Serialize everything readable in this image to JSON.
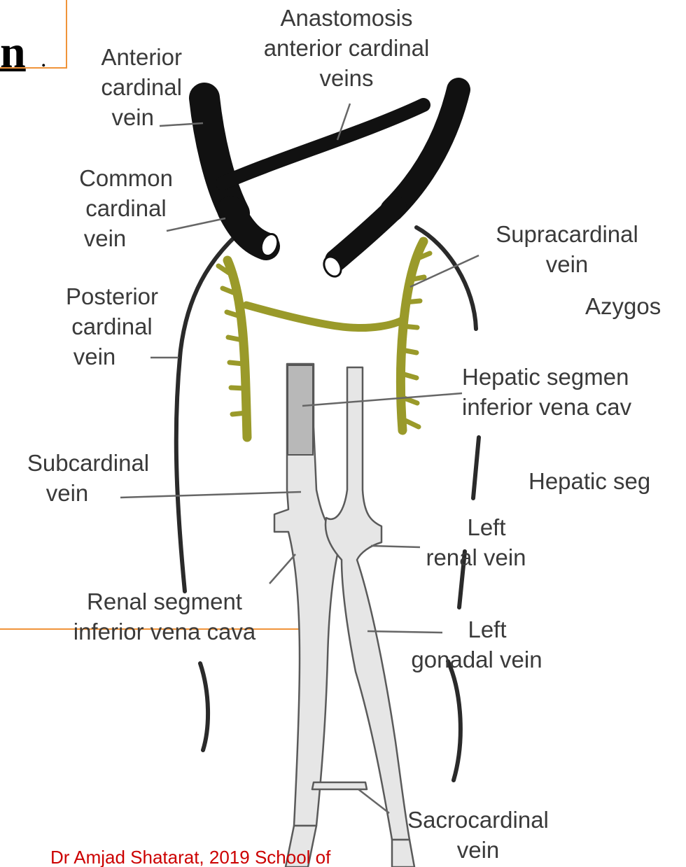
{
  "slide": {
    "heading_fragment": "n",
    "heading_punctuation": ".",
    "footer": "Dr Amjad Shatarat, 2019 School of"
  },
  "labels": {
    "anastomosis": [
      "Anastomosis",
      "anterior cardinal",
      "veins"
    ],
    "anterior_cardinal": [
      "Anterior",
      "cardinal",
      "vein"
    ],
    "common_cardinal": [
      "Common",
      "cardinal",
      "vein"
    ],
    "posterior_cardinal": [
      "Posterior",
      "cardinal",
      "vein"
    ],
    "supracardinal": [
      "Supracardinal",
      "vein"
    ],
    "azygos": "Azygos",
    "hepatic_segment_ivc": [
      "Hepatic segmen",
      "inferior vena cav"
    ],
    "hepatic_seg": "Hepatic seg",
    "subcardinal": [
      "Subcardinal",
      "vein"
    ],
    "left_renal": [
      "Left",
      "renal vein"
    ],
    "renal_segment_ivc": [
      "Renal segment",
      "inferior vena cava"
    ],
    "left_gonadal": [
      "Left",
      "gonadal vein"
    ],
    "sacrocardinal": [
      "Sacrocardinal",
      "vein"
    ]
  },
  "colors": {
    "cardinal_veins": "#111111",
    "supracardinal_veins": "#9a9a2a",
    "subcardinal_veins": "#e6e6e6",
    "hepatic_segment": "#b8b8b8",
    "outline": "#555555",
    "frame_accent": "#f0943a",
    "footer_text": "#cc0000"
  }
}
